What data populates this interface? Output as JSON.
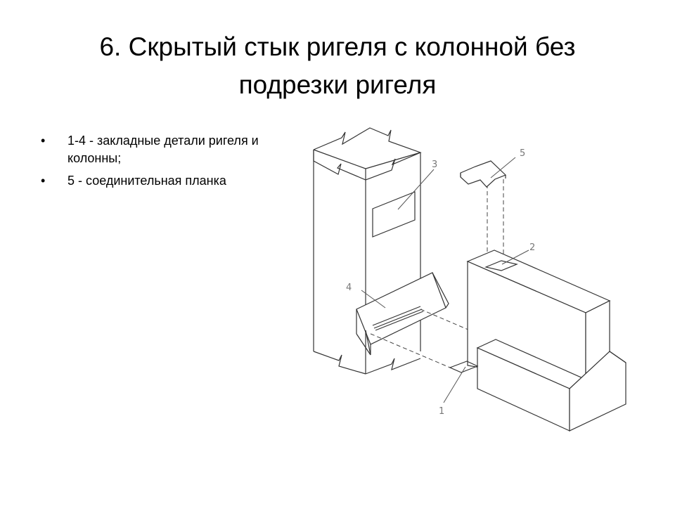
{
  "title": {
    "line1": "6. Скрытый стык ригеля с колонной без",
    "line2": "подрезки ригеля"
  },
  "bullets": [
    {
      "marker": "•",
      "text": "1-4 - закладные детали ригеля и колонны;"
    },
    {
      "marker": "•",
      "text": "5 - соединительная планка"
    }
  ],
  "drawing": {
    "callouts": [
      "1",
      "2",
      "3",
      "4",
      "5"
    ]
  }
}
